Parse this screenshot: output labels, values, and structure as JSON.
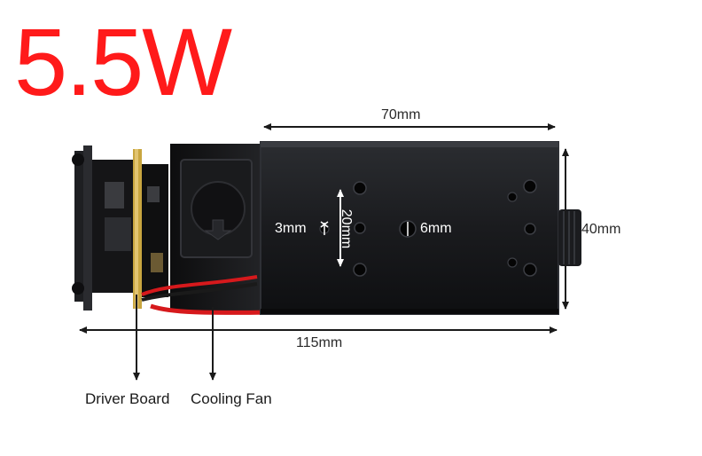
{
  "title": {
    "power": "5.5W",
    "color": "#ff1a1a"
  },
  "dimensions": {
    "top_width": "70mm",
    "height": "40mm",
    "total_length": "115mm",
    "hole_spacing_vertical": "20mm",
    "screw_hole": "3mm",
    "center_hole": "6mm"
  },
  "callouts": {
    "driver_board": "Driver Board",
    "cooling_fan": "Cooling Fan"
  },
  "colors": {
    "housing": "#1c1d20",
    "housing_edge": "#2e3035",
    "arrow": "#1a1a1a",
    "wire_red": "#d6191c",
    "board_gold": "#c9a640"
  }
}
